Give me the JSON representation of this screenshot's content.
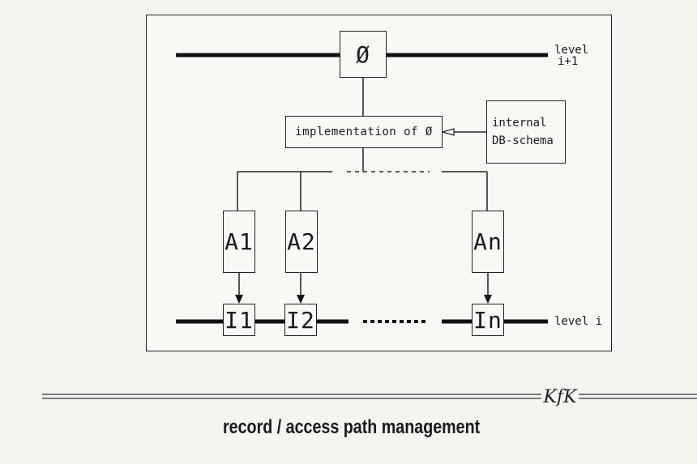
{
  "diagram": {
    "level_top_label": [
      "level",
      "i+1"
    ],
    "level_bottom_label": "level i",
    "top_node": "Ø",
    "implementation": "implementation of Ø",
    "schema": [
      "internal",
      "DB-schema"
    ],
    "access_nodes": [
      "A1",
      "A2",
      "An"
    ],
    "impl_nodes": [
      "I1",
      "I2",
      "In"
    ]
  },
  "caption": "record / access path management",
  "logo": {
    "text": "KfK",
    "type": "logo"
  }
}
